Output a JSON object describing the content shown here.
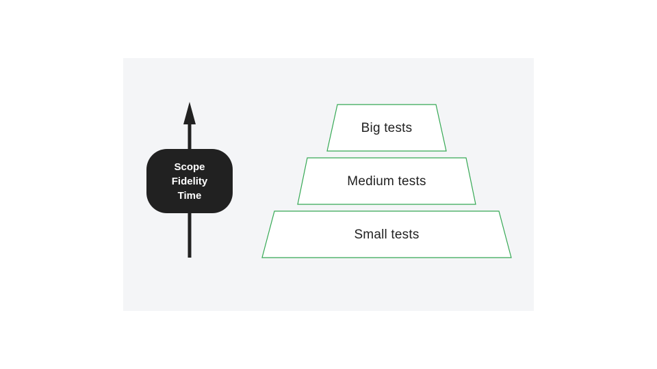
{
  "panel": {
    "background": "#f4f5f7"
  },
  "axis": {
    "label_lines": [
      "Scope",
      "Fidelity",
      "Time"
    ],
    "card_color": "#212121",
    "arrow_color": "#212121",
    "text_color": "#ffffff"
  },
  "pyramid": {
    "stroke_color": "#34a853",
    "fill_color": "#ffffff",
    "label_color": "#212121",
    "levels": [
      {
        "label": "Big tests"
      },
      {
        "label": "Medium tests"
      },
      {
        "label": "Small tests"
      }
    ]
  }
}
